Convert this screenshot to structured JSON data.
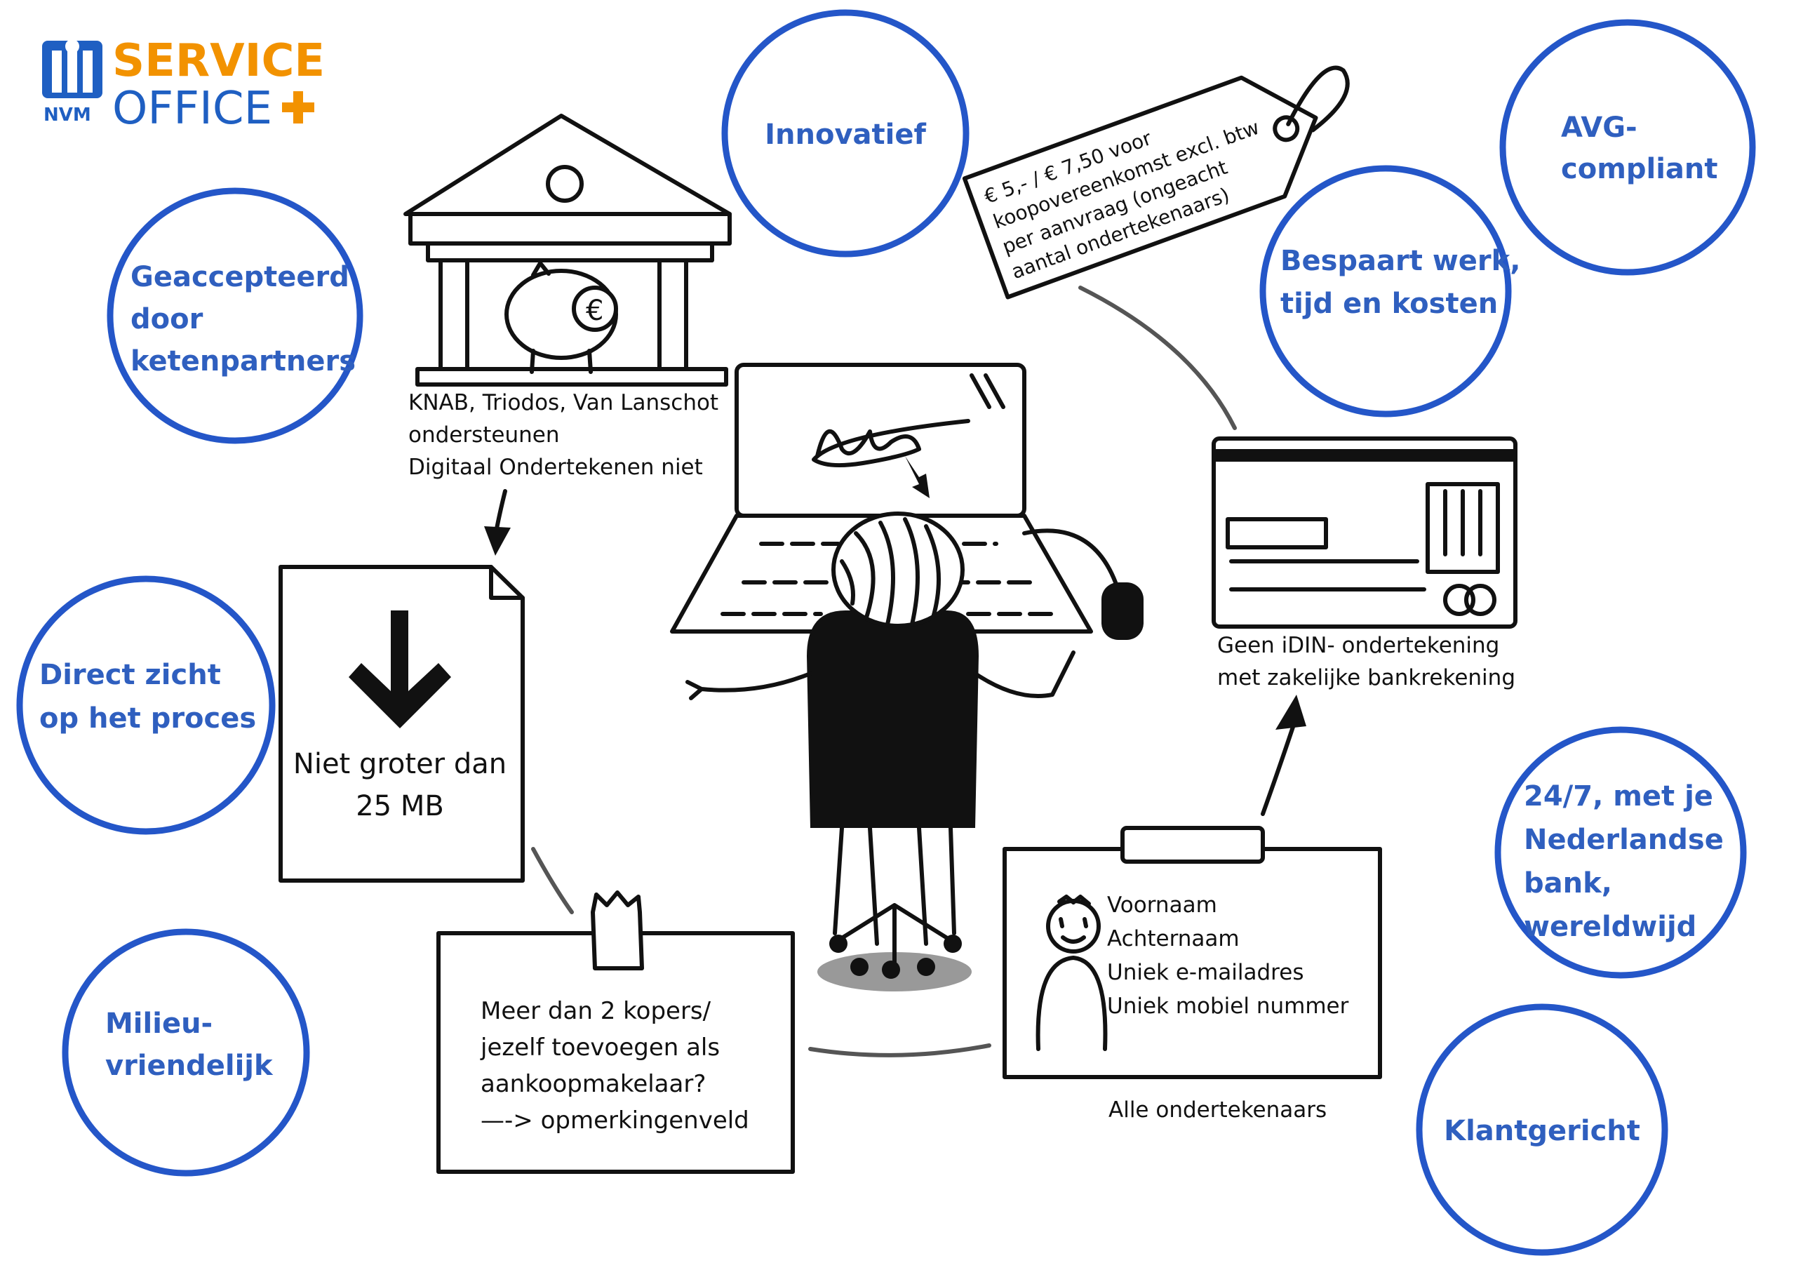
{
  "logo": {
    "brand_line1": "SERVICE",
    "brand_line2": "OFFICE",
    "brand_prefix": "NVM"
  },
  "benefits": {
    "innovatief": [
      "Innovatief"
    ],
    "avg": [
      "AVG-",
      "compliant"
    ],
    "geaccepteerd": [
      "Geaccepteerd",
      "door",
      "ketenpartners"
    ],
    "bespaart": [
      "Bespaart werk,",
      "tijd en kosten"
    ],
    "direct": [
      "Direct zicht",
      "op het proces"
    ],
    "nederlandse": [
      "24/7, met je",
      "Nederlandse",
      "bank,",
      "wereldwijd"
    ],
    "milieu": [
      "Milieu-",
      "vriendelijk"
    ],
    "klantgericht": [
      "Klantgericht"
    ]
  },
  "price_tag": [
    "€ 5,- / € 7,50 voor",
    "koopovereenkomst excl. btw",
    "per aanvraag (ongeacht",
    "aantal ondertekenaars)"
  ],
  "bank_note": [
    "KNAB, Triodos, Van Lanschot",
    "ondersteunen",
    "Digitaal Ondertekenen niet"
  ],
  "file_limit": [
    "Niet groter dan",
    "25 MB"
  ],
  "card_note": [
    "Geen iDIN- ondertekening",
    "met zakelijke bankrekening"
  ],
  "badge_fields": [
    "Voornaam",
    "Achternaam",
    "Uniek e-mailadres",
    "Uniek mobiel nummer"
  ],
  "badge_caption": "Alle ondertekenaars",
  "buyers_note": [
    "Meer dan 2 kopers/",
    "jezelf toevoegen als",
    "aankoopmakelaar?",
    "—-> opmerkingenveld"
  ],
  "colors": {
    "ring": "#2456c8",
    "ring_text": "#2f5fbf",
    "logo_orange": "#f29200",
    "logo_blue": "#1f5fc2",
    "ink": "#111111"
  }
}
